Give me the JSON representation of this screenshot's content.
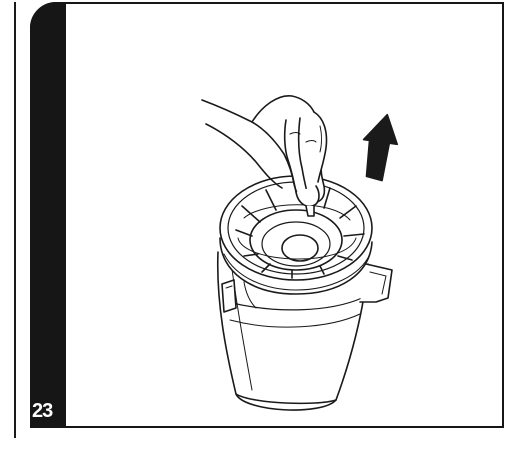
{
  "step": {
    "number": "23"
  },
  "illustration": {
    "subject": "filter-removal",
    "arrow_direction": "up",
    "arrow_color": "#1a1a1a"
  },
  "colors": {
    "bar": "#161616",
    "background": "#ffffff",
    "line": "#1a1a1a"
  }
}
